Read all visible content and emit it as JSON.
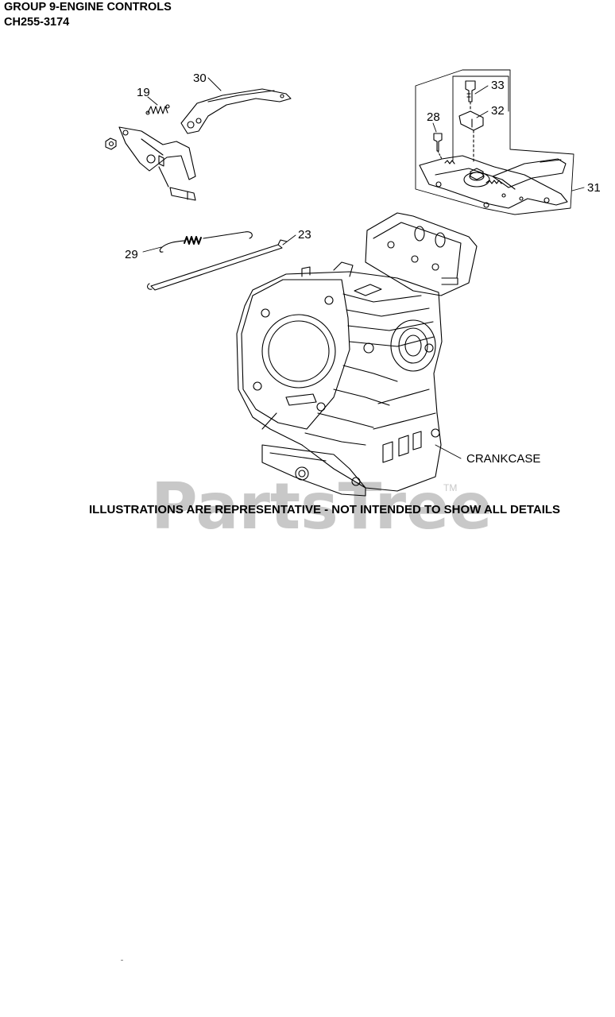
{
  "header": {
    "group": "GROUP 9-ENGINE CONTROLS",
    "model": "CH255-3174"
  },
  "callouts": {
    "c19": "19",
    "c30": "30",
    "c33": "33",
    "c32": "32",
    "c28": "28",
    "c31": "31",
    "c29": "29",
    "c23": "23",
    "crankcase": "CRANKCASE"
  },
  "disclaimer": "ILLUSTRATIONS ARE REPRESENTATIVE - NOT INTENDED TO SHOW ALL DETAILS",
  "watermark": {
    "brand": "PartsTree",
    "tm": "TM"
  },
  "colors": {
    "line": "#000000",
    "watermark": "#c8c8c8"
  }
}
